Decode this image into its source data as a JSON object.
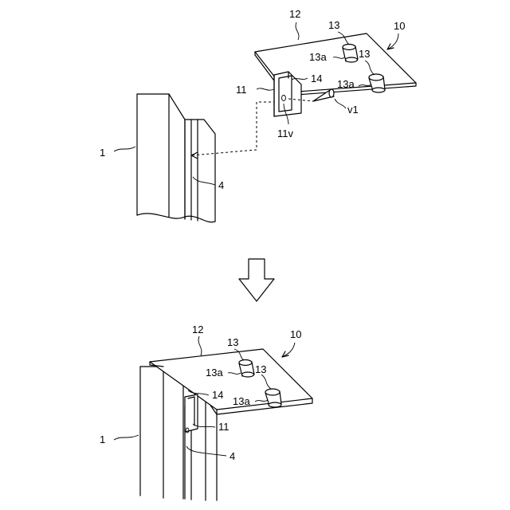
{
  "figure": {
    "labels": {
      "building": "1",
      "groove": "4",
      "unit": "10",
      "plate": "12",
      "bracket": "11",
      "bracket_hole": "11v",
      "stopper": "13",
      "stopper_tip": "13a",
      "arm": "14",
      "screw": "v1"
    }
  }
}
